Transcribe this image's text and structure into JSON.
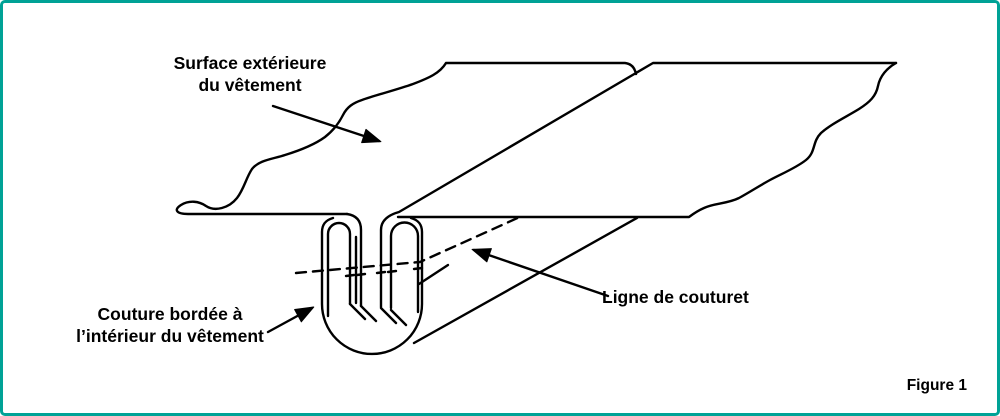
{
  "figure": {
    "background": "#ffffff",
    "frame_color": "#00A296",
    "line_color": "#000000",
    "caption": "Figure 1",
    "labels": {
      "outer_surface": {
        "line1": "Surface extérieure",
        "line2": "du vêtement"
      },
      "bound_seam": {
        "line1": "Couture bordée à",
        "line2": "l’intérieur du vêtement"
      },
      "seam_line": {
        "line1": "Ligne de couturet"
      }
    }
  }
}
